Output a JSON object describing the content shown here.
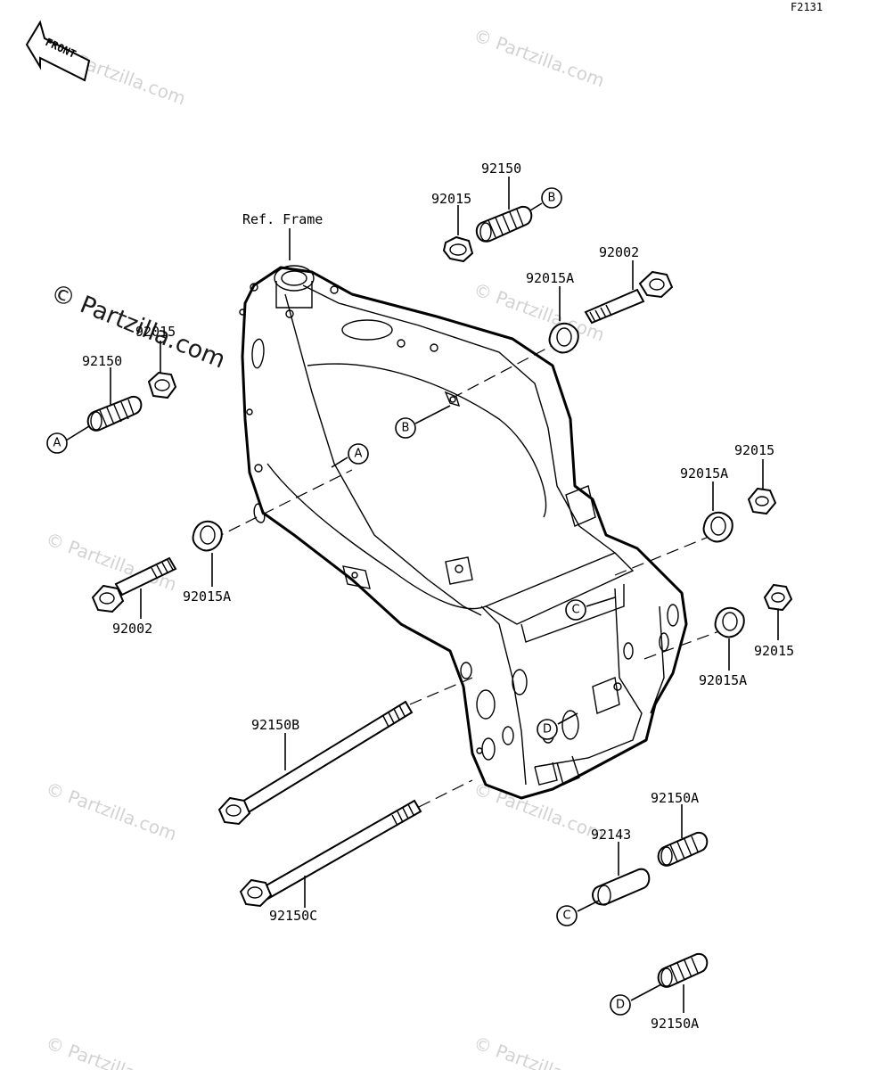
{
  "diagram_id": "F2131",
  "front_label": "FRONT",
  "ref_frame_label": "Ref. Frame",
  "watermark_text": "© Partzilla.com",
  "callouts": {
    "a": "A",
    "b": "B",
    "c": "C",
    "d": "D"
  },
  "parts": {
    "p92150_top": "92150",
    "p92015_top": "92015",
    "p92002_top": "92002",
    "p92015A_top": "92015A",
    "p92015_left": "92015",
    "p92150_left": "92150",
    "p92015A_left": "92015A",
    "p92002_left": "92002",
    "p92015_right1": "92015",
    "p92015A_right1": "92015A",
    "p92015_right2": "92015",
    "p92015A_right2": "92015A",
    "p92150B": "92150B",
    "p92150C": "92150C",
    "p92150A_1": "92150A",
    "p92143": "92143",
    "p92150A_2": "92150A"
  }
}
